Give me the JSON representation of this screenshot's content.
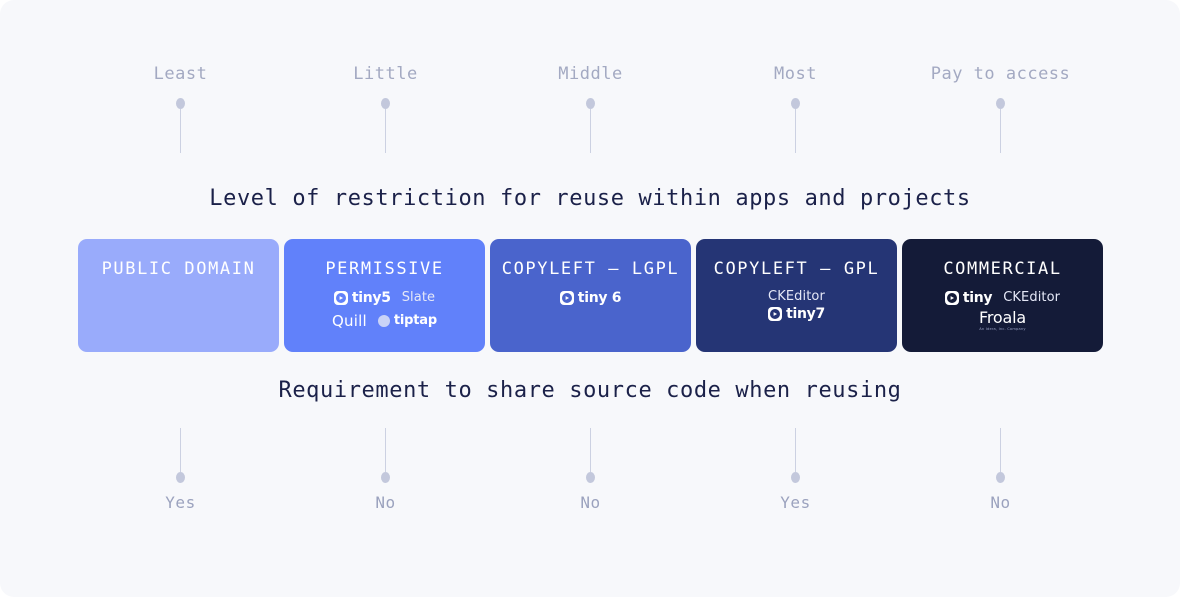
{
  "background_color": "#F7F8FB",
  "headings": {
    "top": "Level of restriction for reuse within apps and projects",
    "bottom": "Requirement to share source code when reusing"
  },
  "top_scale": {
    "labels": [
      "Least",
      "Little",
      "Middle",
      "Most",
      "Pay to access"
    ]
  },
  "bottom_scale": {
    "labels": [
      "Yes",
      "No",
      "No",
      "Yes",
      "No"
    ]
  },
  "cards": [
    {
      "title": "PUBLIC DOMAIN",
      "color": "#99ABFB",
      "logos": []
    },
    {
      "title": "PERMISSIVE",
      "color": "#6181FA",
      "logos": [
        "tiny5",
        "Slate",
        "Quill",
        "tiptap"
      ]
    },
    {
      "title": "COPYLEFT — LGPL",
      "color": "#4A64CC",
      "logos": [
        "tiny 6"
      ]
    },
    {
      "title": "COPYLEFT — GPL",
      "color": "#253575",
      "logos": [
        "CKEditor",
        "tiny7"
      ]
    },
    {
      "title": "COMMERCIAL",
      "color": "#141B38",
      "logos": [
        "tiny",
        "CKEditor",
        "Froala"
      ]
    }
  ],
  "brands": {
    "tiny5": "tiny5",
    "tiny6": "tiny 6",
    "tiny7": "tiny7",
    "tiny": "tiny",
    "slate": "Slate",
    "quill": "Quill",
    "tiptap": "tiptap",
    "ckeditor_gpl": "CKEditor",
    "ckeditor_commercial": "CKEditor",
    "froala": "Froala",
    "froala_sub": "An Idera, Inc. Company"
  }
}
